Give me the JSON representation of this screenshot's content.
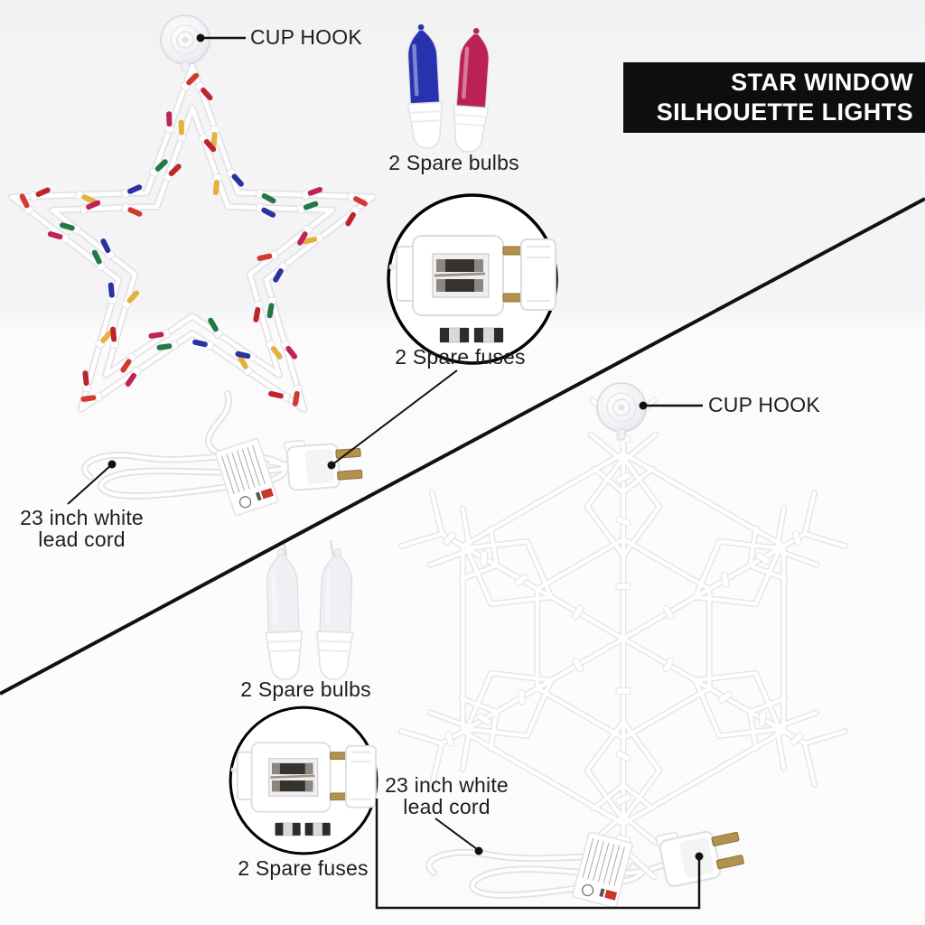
{
  "banner": {
    "title_line1": "STAR WINDOW",
    "title_line2": "SILHOUETTE LIGHTS"
  },
  "star_product": {
    "cup_hook_label": "CUP HOOK",
    "spare_bulbs_label": "2 Spare bulbs",
    "spare_fuses_label": "2 Spare fuses",
    "lead_cord_line1": "23 inch white",
    "lead_cord_line2": "lead cord"
  },
  "snowflake_product": {
    "cup_hook_label": "CUP HOOK",
    "spare_bulbs_label": "2 Spare bulbs",
    "spare_fuses_label": "2 Spare fuses",
    "lead_cord_line1": "23 inch white",
    "lead_cord_line2": "lead cord"
  },
  "colors": {
    "banner_bg": "#0e0e0e",
    "banner_text": "#ffffff",
    "label_text": "#1e1e1e",
    "callout_line": "#111111",
    "spare_bulb_blue": "#2733ae",
    "spare_bulb_red": "#bb2057",
    "spare_bulb_clear": "#eef0f4",
    "star_bulb_palette": [
      "#bf242e",
      "#e4b13b",
      "#28339f",
      "#217a45",
      "#c02355",
      "#d2392f"
    ]
  }
}
